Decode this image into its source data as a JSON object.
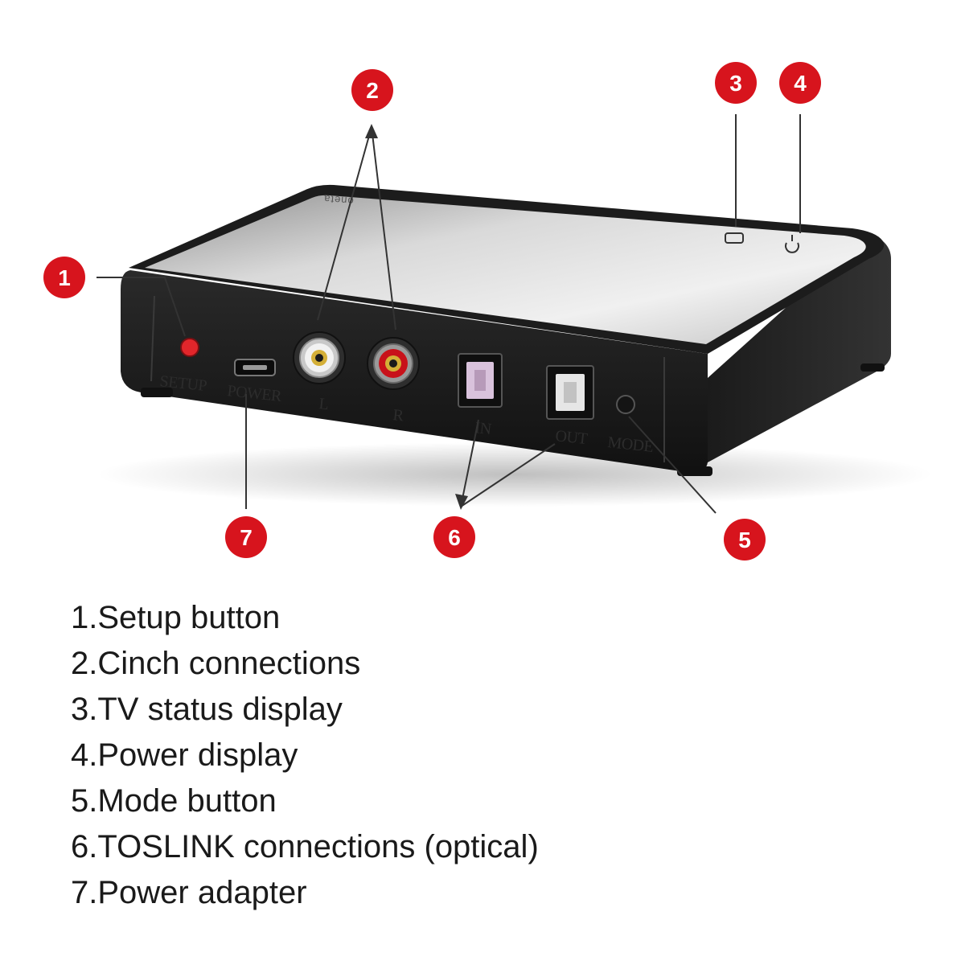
{
  "device": {
    "brand": "oneta",
    "port_labels": {
      "setup": "SETUP",
      "power": "POWER",
      "left": "L",
      "right": "R",
      "in": "IN",
      "out": "OUT",
      "mode": "MODE"
    }
  },
  "badges": [
    "1",
    "2",
    "3",
    "4",
    "5",
    "6",
    "7"
  ],
  "legend": [
    "1.Setup button",
    "2.Cinch connections",
    "3.TV status display",
    "4.Power display",
    "5.Mode button",
    "6.TOSLINK connections (optical)",
    "7.Power adapter"
  ],
  "colors": {
    "badge": "#d7141d",
    "body": "#1e1e1e",
    "top": "#bdbdbd",
    "rca_left": "#f2f2f2",
    "rca_right": "#c8111a",
    "optical_in": "#d9c2dc",
    "optical_out": "#e6e6e6"
  }
}
